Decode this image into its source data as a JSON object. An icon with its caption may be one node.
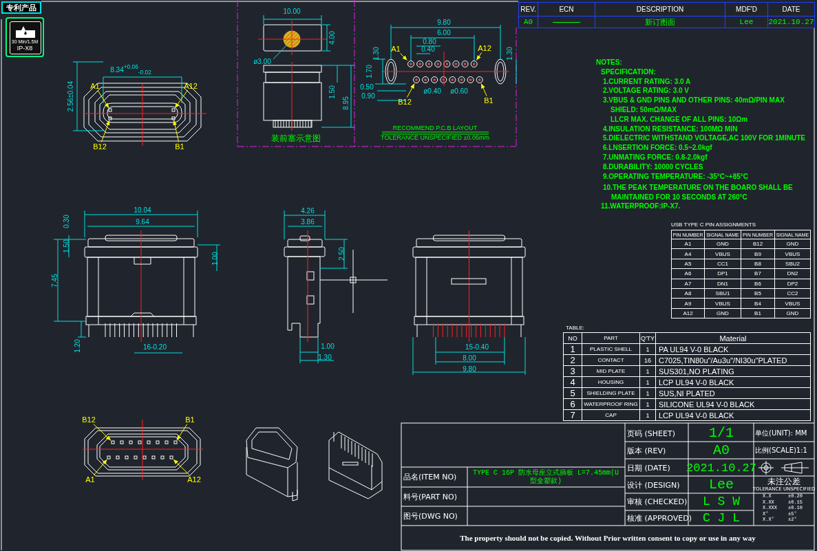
{
  "diagram": {
    "nodes": [
      {
        "text": [
          "专利产品"
        ]
      },
      {
        "text": [
          "30 Min/1.5M",
          "IP-X8"
        ]
      },
      {
        "text": [
          "A1"
        ]
      },
      {
        "text": [
          "A12"
        ]
      },
      {
        "text": [
          "B12"
        ]
      },
      {
        "text": [
          "B1"
        ]
      },
      {
        "text": [
          "A1"
        ]
      },
      {
        "text": [
          "A12"
        ]
      },
      {
        "text": [
          "B12"
        ]
      },
      {
        "text": [
          "B1"
        ]
      },
      {
        "text": [
          "B12"
        ]
      },
      {
        "text": [
          "B1"
        ]
      },
      {
        "text": [
          "A1"
        ]
      },
      {
        "text": [
          "A12"
        ]
      },
      {
        "text": [],
        "shape": "box"
      },
      {
        "text": [],
        "shape": "box"
      },
      {
        "text": [],
        "shape": "box"
      },
      {
        "text": [],
        "shape": "box"
      },
      {
        "text": [],
        "shape": "circle"
      },
      {
        "text": [],
        "shape": "circle"
      },
      {
        "text": [],
        "shape": "circle"
      },
      {
        "text": [],
        "shape": "circle"
      },
      {
        "text": [],
        "shape": "box"
      },
      {
        "text": [],
        "shape": "box"
      },
      {
        "text": [],
        "shape": "box"
      },
      {
        "text": [],
        "shape": "box"
      }
    ],
    "edges": [
      {
        "from": 2,
        "to": 14,
        "arrow": "to"
      },
      {
        "from": 3,
        "to": 15,
        "arrow": "to"
      },
      {
        "from": 4,
        "to": 16,
        "arrow": "to"
      },
      {
        "from": 5,
        "to": 17,
        "arrow": "to"
      },
      {
        "from": 6,
        "to": 18,
        "arrow": "to"
      },
      {
        "from": 7,
        "to": 19,
        "arrow": "to"
      },
      {
        "from": 8,
        "to": 20,
        "arrow": "to"
      },
      {
        "from": 9,
        "to": 21,
        "arrow": "to"
      },
      {
        "from": 10,
        "to": 22,
        "arrow": "to"
      },
      {
        "from": 11,
        "to": 23,
        "arrow": "to"
      },
      {
        "from": 12,
        "to": 24,
        "arrow": "to"
      },
      {
        "from": 13,
        "to": 25,
        "arrow": "to"
      }
    ],
    "labels": [
      "2.56±0.04",
      "8.34$^{+0.06}$$_{-0.02}$",
      "10.00",
      "4.00",
      "ø3.00",
      "1.50",
      "8.95",
      "9.80",
      "6.00",
      "0.80",
      "0.40",
      "1.30",
      "1.30",
      "1.70",
      "0.50",
      "0.90",
      "ø0.40",
      "ø0.60",
      "装前塞示意图",
      "RECOMMEND P.C.B LAYOUT",
      "TOLERANCE UNSPECIFIED ±0.05mm",
      "REV.",
      "ECN",
      "DESCRIPTION",
      "MDF'D",
      "DATE",
      "A0",
      "新订图面",
      "Lee",
      "2021.10.27",
      "NOTES:",
      "SPECIFICATION:",
      "1.CURRENT RATING: 3.0 A",
      "2.VOLTAGE RATING: 3.0 V",
      "3.VBUS & GND PINS AND OTHER PINS: 40mΩ/PIN MAX",
      "SHIELD: 50mΩ/MAX",
      "LLCR MAX. CHANGE OF ALL PINS: 10Ωm",
      "4.INSULATION RESISTANCE:  100MΩ MIN",
      "5.DIELECTRIC WITHSTAND VOLTAGE,AC 100V FOR 1MINUTE",
      "6.LNSERTION FORCE: 0.5~2.0kgf",
      "7.UNMATING FORCE: 0.8-2.0kgf",
      "8.DURABILITY: 10000 CYCLES",
      "9.OPERATING TEMPERATURE: -35°C~+85°C",
      "10.THE PEAK TEMPERATURE ON THE BOARO SHALL BE MAINTAINED FOR 10 SECONDS AT 260°C",
      "11.WATERPROOF:IP-X7.",
      "10.04",
      "9.64",
      "0.30",
      "1.50",
      "7.45",
      "1.00",
      "1.20",
      "16-0.20",
      "4.26",
      "3.86",
      "2.50",
      "1.00",
      "1.30",
      "15-0.40",
      "8.00",
      "9.80",
      "USB TYPE C PIN ASSIGNMENTS",
      "PIN NUMBER",
      "SIGNAL NAME",
      "PIN NUMBER",
      "SIGNAL NAME",
      "A1",
      "GND",
      "B12",
      "GND",
      "A4",
      "VBUS",
      "B9",
      "VBUS",
      "A5",
      "CC1",
      "B8",
      "SBU2",
      "A6",
      "DP1",
      "B7",
      "DN2",
      "A7",
      "DN1",
      "B6",
      "DP2",
      "A8",
      "SBU1",
      "B5",
      "CC2",
      "A9",
      "VBUS",
      "B4",
      "VBUS",
      "A12",
      "GND",
      "B1",
      "GND",
      "TABLE:",
      "NO",
      "PART",
      "Q'TY",
      "Material",
      "1",
      "PLASTIC SHELL",
      "1",
      "PA UL94 V-0 BLACK",
      "2",
      "CONTACT",
      "16",
      "C7025,TIN80u\"/Au3u\"/NI30u\"PLATED",
      "3",
      "MID PLATE",
      "1",
      "SUS301,NO PLATING",
      "4",
      "HOUSING",
      "1",
      "LCP UL94 V-0 BLACK",
      "5",
      "SHIELDING PLATE",
      "1",
      "SUS,NI PLATED",
      "6",
      "WATERPROOF RING",
      "1",
      "SILICONE UL94 V-0 BLACK",
      "7",
      "CAP",
      "1",
      "LCP UL94 V-0 BLACK",
      "页码 (SHEET)",
      "1/1",
      "单位(UNIT): MM",
      "版本 (REV)",
      "A0",
      "比例(SCALE)1:1",
      "日期 (DATE)",
      "2021.10.27",
      "品名(ITEM NO)",
      "TYPE C 16P 防水母座立式插板 L=7.45mm(U型全塑款)",
      "设计 (DESIGN)",
      "Lee",
      "未注公差",
      "TOLERANCE UNSPECIFIED",
      "X.X",
      "±0.20",
      "X.XX",
      "±0.15",
      "X.XXX",
      "±0.10",
      "X°",
      "±5°",
      "X.X°",
      "±2°",
      "料号(PART NO)",
      "审核 (CHECKED)",
      "L S W",
      "图号(DWG NO)",
      "核准 (APPROVED)",
      "C J L",
      "The property should not be copied. Without Prior written consent to copy or use in any way"
    ]
  }
}
